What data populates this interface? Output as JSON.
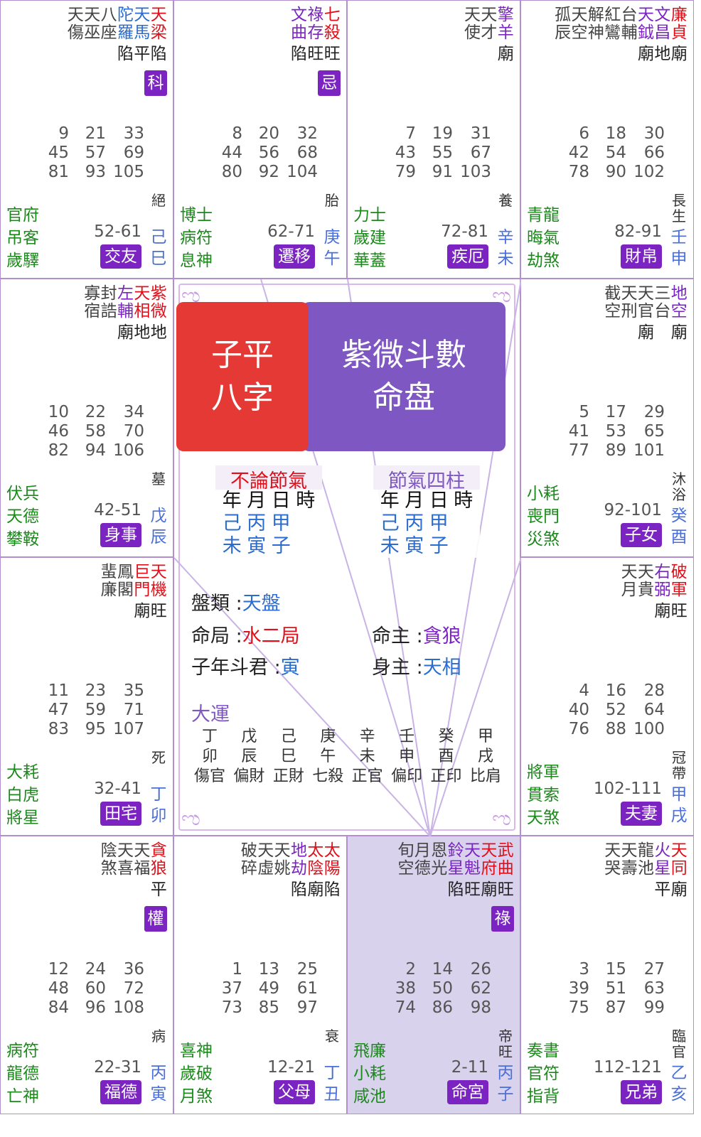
{
  "palaces": [
    {
      "id": "si",
      "stars": [
        {
          "t": "天傷",
          "c": "k",
          "top": ""
        },
        {
          "t": "天巫",
          "c": "k"
        },
        {
          "t": "八座",
          "c": "k"
        },
        {
          "t": "陀羅",
          "c": "b"
        },
        {
          "t": "天馬",
          "c": "b"
        },
        {
          "t": "天梁",
          "c": "r"
        }
      ],
      "brightness": "陷平陷",
      "mutagen": "科",
      "ages": [
        [
          "9",
          "21",
          "33"
        ],
        [
          "45",
          "57",
          "69"
        ],
        [
          "81",
          "93",
          "105"
        ]
      ],
      "gods": [
        "官府",
        "吊客",
        "歲驛"
      ],
      "life": "絕",
      "range": "52-61",
      "name": "交友",
      "gz": "己巳"
    },
    {
      "id": "wu",
      "stars": [
        {
          "t": "文曲",
          "c": "p"
        },
        {
          "t": "祿存",
          "c": "p"
        },
        {
          "t": "七殺",
          "c": "r"
        }
      ],
      "brightness": "陷旺旺",
      "mutagen": "忌",
      "ages": [
        [
          "8",
          "20",
          "32"
        ],
        [
          "44",
          "56",
          "68"
        ],
        [
          "80",
          "92",
          "104"
        ]
      ],
      "gods": [
        "博士",
        "病符",
        "息神"
      ],
      "life": "胎",
      "range": "62-71",
      "name": "遷移",
      "gz": "庚午"
    },
    {
      "id": "wei",
      "stars": [
        {
          "t": "天使",
          "c": "k"
        },
        {
          "t": "天才",
          "c": "k"
        },
        {
          "t": "擎羊",
          "c": "p"
        }
      ],
      "brightness": "廟",
      "mutagen": "",
      "ages": [
        [
          "7",
          "19",
          "31"
        ],
        [
          "43",
          "55",
          "67"
        ],
        [
          "79",
          "91",
          "103"
        ]
      ],
      "gods": [
        "力士",
        "歲建",
        "華蓋"
      ],
      "life": "養",
      "range": "72-81",
      "name": "疾厄",
      "gz": "辛未"
    },
    {
      "id": "shen",
      "stars": [
        {
          "t": "孤辰",
          "c": "k"
        },
        {
          "t": "天空",
          "c": "k"
        },
        {
          "t": "解神",
          "c": "k"
        },
        {
          "t": "紅鸞",
          "c": "k"
        },
        {
          "t": "台輔",
          "c": "k"
        },
        {
          "t": "天鉞",
          "c": "p"
        },
        {
          "t": "文昌",
          "c": "p"
        },
        {
          "t": "廉貞",
          "c": "r"
        }
      ],
      "brightness": "廟地廟",
      "mutagen": "",
      "ages": [
        [
          "6",
          "18",
          "30"
        ],
        [
          "42",
          "54",
          "66"
        ],
        [
          "78",
          "90",
          "102"
        ]
      ],
      "gods": [
        "青龍",
        "晦氣",
        "劫煞"
      ],
      "life": "長生",
      "range": "82-91",
      "name": "財帛",
      "gz": "壬申"
    },
    {
      "id": "chen",
      "stars": [
        {
          "t": "寡宿",
          "c": "k"
        },
        {
          "t": "封誥",
          "c": "k"
        },
        {
          "t": "左輔",
          "c": "p"
        },
        {
          "t": "天相",
          "c": "r"
        },
        {
          "t": "紫微",
          "c": "r"
        }
      ],
      "brightness": "廟地地",
      "mutagen": "",
      "ages": [
        [
          "10",
          "22",
          "34"
        ],
        [
          "46",
          "58",
          "70"
        ],
        [
          "82",
          "94",
          "106"
        ]
      ],
      "gods": [
        "伏兵",
        "天德",
        "攀鞍"
      ],
      "life": "墓",
      "range": "42-51",
      "name": "身事",
      "gz": "戊辰"
    },
    {
      "id": "you",
      "stars": [
        {
          "t": "截空",
          "c": "k"
        },
        {
          "t": "天刑",
          "c": "k"
        },
        {
          "t": "天官",
          "c": "k"
        },
        {
          "t": "三台",
          "c": "k"
        },
        {
          "t": "地空",
          "c": "p"
        }
      ],
      "brightness": "廟 廟",
      "mutagen": "",
      "ages": [
        [
          "5",
          "17",
          "29"
        ],
        [
          "41",
          "53",
          "65"
        ],
        [
          "77",
          "89",
          "101"
        ]
      ],
      "gods": [
        "小耗",
        "喪門",
        "災煞"
      ],
      "life": "沐浴",
      "range": "92-101",
      "name": "子女",
      "gz": "癸酉"
    },
    {
      "id": "mao",
      "stars": [
        {
          "t": "蜚廉",
          "c": "k"
        },
        {
          "t": "鳳閣",
          "c": "k"
        },
        {
          "t": "巨門",
          "c": "r"
        },
        {
          "t": "天機",
          "c": "r"
        }
      ],
      "brightness": "廟旺",
      "mutagen": "",
      "ages": [
        [
          "11",
          "23",
          "35"
        ],
        [
          "47",
          "59",
          "71"
        ],
        [
          "83",
          "95",
          "107"
        ]
      ],
      "gods": [
        "大耗",
        "白虎",
        "將星"
      ],
      "life": "死",
      "range": "32-41",
      "name": "田宅",
      "gz": "丁卯"
    },
    {
      "id": "xu",
      "stars": [
        {
          "t": "天月",
          "c": "k"
        },
        {
          "t": "天貴",
          "c": "k"
        },
        {
          "t": "右弼",
          "c": "p"
        },
        {
          "t": "破軍",
          "c": "r"
        }
      ],
      "brightness": "廟旺",
      "mutagen": "",
      "ages": [
        [
          "4",
          "16",
          "28"
        ],
        [
          "40",
          "52",
          "64"
        ],
        [
          "76",
          "88",
          "100"
        ]
      ],
      "gods": [
        "將軍",
        "貫索",
        "天煞"
      ],
      "life": "冠帶",
      "range": "102-111",
      "name": "夫妻",
      "gz": "甲戌"
    },
    {
      "id": "yin",
      "stars": [
        {
          "t": "陰煞",
          "c": "k"
        },
        {
          "t": "天喜",
          "c": "k"
        },
        {
          "t": "天福",
          "c": "k"
        },
        {
          "t": "貪狼",
          "c": "r"
        }
      ],
      "brightness": "平",
      "mutagen": "權",
      "ages": [
        [
          "12",
          "24",
          "36"
        ],
        [
          "48",
          "60",
          "72"
        ],
        [
          "84",
          "96",
          "108"
        ]
      ],
      "gods": [
        "病符",
        "龍德",
        "亡神"
      ],
      "life": "病",
      "range": "22-31",
      "name": "福德",
      "gz": "丙寅"
    },
    {
      "id": "chou",
      "stars": [
        {
          "t": "破碎",
          "c": "k"
        },
        {
          "t": "天虛",
          "c": "k"
        },
        {
          "t": "天姚",
          "c": "k"
        },
        {
          "t": "地劫",
          "c": "p"
        },
        {
          "t": "太陰",
          "c": "r"
        },
        {
          "t": "太陽",
          "c": "r"
        }
      ],
      "brightness": "陷廟陷",
      "mutagen": "",
      "ages": [
        [
          "1",
          "13",
          "25"
        ],
        [
          "37",
          "49",
          "61"
        ],
        [
          "73",
          "85",
          "97"
        ]
      ],
      "gods": [
        "喜神",
        "歲破",
        "月煞"
      ],
      "life": "衰",
      "range": "12-21",
      "name": "父母",
      "gz": "丁丑"
    },
    {
      "id": "zi",
      "stars": [
        {
          "t": "旬空",
          "c": "k"
        },
        {
          "t": "月德",
          "c": "k"
        },
        {
          "t": "恩光",
          "c": "k"
        },
        {
          "t": "鈴星",
          "c": "p"
        },
        {
          "t": "天魁",
          "c": "p"
        },
        {
          "t": "天府",
          "c": "r"
        },
        {
          "t": "武曲",
          "c": "r"
        }
      ],
      "brightness": "陷旺廟旺",
      "mutagen": "祿",
      "ages": [
        [
          "2",
          "14",
          "26"
        ],
        [
          "38",
          "50",
          "62"
        ],
        [
          "74",
          "86",
          "98"
        ]
      ],
      "gods": [
        "飛廉",
        "小耗",
        "咸池"
      ],
      "life": "帝旺",
      "range": "2-11",
      "name": "命宮",
      "gz": "丙子",
      "highlight": true
    },
    {
      "id": "hai",
      "stars": [
        {
          "t": "天哭",
          "c": "k"
        },
        {
          "t": "天壽",
          "c": "k"
        },
        {
          "t": "龍池",
          "c": "k"
        },
        {
          "t": "火星",
          "c": "p"
        },
        {
          "t": "天同",
          "c": "r"
        }
      ],
      "brightness": "平廟",
      "mutagen": "",
      "ages": [
        [
          "3",
          "15",
          "27"
        ],
        [
          "39",
          "51",
          "63"
        ],
        [
          "75",
          "87",
          "99"
        ]
      ],
      "gods": [
        "奏書",
        "官符",
        "指背"
      ],
      "life": "臨官",
      "range": "112-121",
      "name": "兄弟",
      "gz": "乙亥"
    }
  ],
  "center": {
    "ziping": [
      "子平",
      "八字"
    ],
    "ziwei": [
      "紫微斗數",
      "命盘"
    ],
    "bazi_left": {
      "title": "不論節氣",
      "head": [
        "年",
        "月",
        "日",
        "時"
      ],
      "stem": [
        "己",
        "丙",
        "甲",
        ""
      ],
      "branch": [
        "未",
        "寅",
        "子",
        ""
      ]
    },
    "bazi_right": {
      "title": "節氣四柱",
      "head": [
        "年",
        "月",
        "日",
        "時"
      ],
      "stem": [
        "己",
        "丙",
        "甲",
        ""
      ],
      "branch": [
        "未",
        "寅",
        "子",
        ""
      ]
    },
    "pan_label": "盤類 :",
    "pan_val": "天盤",
    "ju_label": "命局 :",
    "ju_val": "水二局",
    "ming_label": "命主 :",
    "ming_val": "貪狼",
    "dj_label": "子年斗君 :",
    "dj_val": "寅",
    "shen_label": "身主 :",
    "shen_val": "天相",
    "dayun_title": "大運",
    "dayun_stem": [
      "丁",
      "戊",
      "己",
      "庚",
      "辛",
      "壬",
      "癸",
      "甲"
    ],
    "dayun_branch": [
      "卯",
      "辰",
      "巳",
      "午",
      "未",
      "申",
      "酉",
      "戌"
    ],
    "dayun_god": [
      "傷官",
      "偏財",
      "正財",
      "七殺",
      "正官",
      "偏印",
      "正印",
      "比肩"
    ]
  },
  "colors": {
    "red": "#e0101a",
    "purple": "#7b24c2",
    "blue": "#2a6ccf",
    "green": "#1b8a1b",
    "border": "#b48fd0",
    "highlight": "#d8d2ec"
  }
}
